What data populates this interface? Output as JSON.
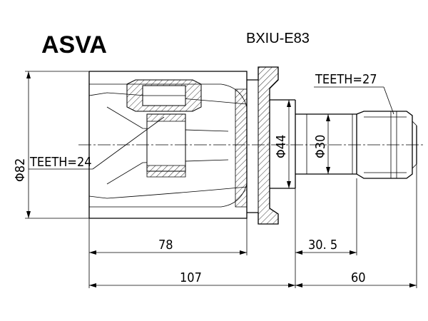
{
  "header": {
    "brand": "ASVA",
    "part_number": "BXIU-E83"
  },
  "dimensions": {
    "teeth_outer": "TEETH=27",
    "teeth_inner": "TEETH=24",
    "dia_housing": "Φ82",
    "dia_flange": "Φ44",
    "dia_shaft": "Φ30",
    "len_housing": "78",
    "len_shaft": "30. 5",
    "len_total_left": "107",
    "len_total_right": "60"
  }
}
